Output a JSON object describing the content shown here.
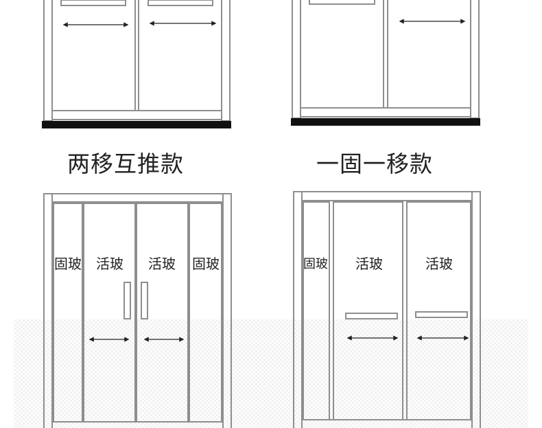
{
  "captions": {
    "left": "两移互推款",
    "right": "一固一移款"
  },
  "labels": {
    "fixed_glass": "固玻",
    "sliding_glass": "活玻"
  },
  "colors": {
    "frame": "#8e8e8e",
    "floor_bar": "#111111",
    "text": "#222222",
    "background_pattern": "#f1f1f1"
  },
  "icons": {
    "slide_arrow": "double-headed-arrow",
    "door_handle": "bar-handle"
  }
}
